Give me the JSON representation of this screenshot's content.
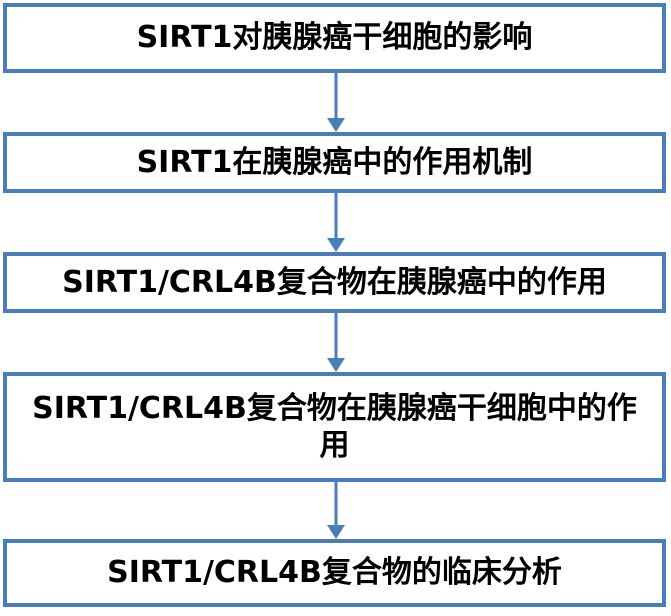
{
  "flowchart": {
    "steps": [
      {
        "label": "SIRT1对胰腺癌干细胞的影响"
      },
      {
        "label": "SIRT1在胰腺癌中的作用机制"
      },
      {
        "label": "SIRT1/CRL4B复合物在胰腺癌中的作用"
      },
      {
        "label": "SIRT1/CRL4B复合物在胰腺癌干细胞中的作用"
      },
      {
        "label": "SIRT1/CRL4B复合物的临床分析"
      }
    ],
    "border_color": "#4a7ebb",
    "arrow_color": "#4a7ebb",
    "arrow_icon": "arrow-down-icon"
  }
}
